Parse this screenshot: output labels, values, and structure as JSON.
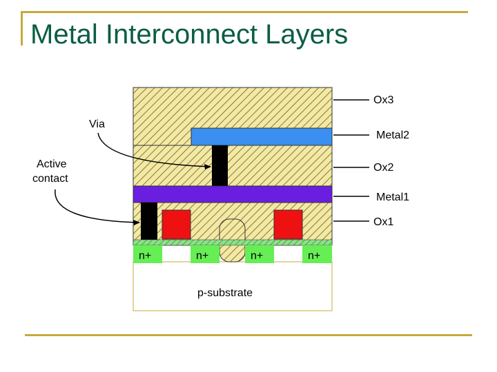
{
  "title": "Metal Interconnect Layers",
  "labels": {
    "ox3": "Ox3",
    "via": "Via",
    "metal2": "Metal2",
    "active_contact_line1": "Active",
    "active_contact_line2": "contact",
    "ox2": "Ox2",
    "metal1": "Metal1",
    "ox1": "Ox1",
    "n1": "n+",
    "n2": "n+",
    "n3": "n+",
    "n4": "n+",
    "substrate": "p-substrate"
  },
  "colors": {
    "title": "#0b5d45",
    "frame": "#c8a83c",
    "oxide_fill": "#f2e8a8",
    "oxide_hatch": "#8a7a20",
    "metal2": "#3a8ff0",
    "metal1": "#6a1ee0",
    "gate": "#ee1111",
    "diffusion": "#66ee55",
    "via": "#000000",
    "substrate": "#ffffff"
  }
}
